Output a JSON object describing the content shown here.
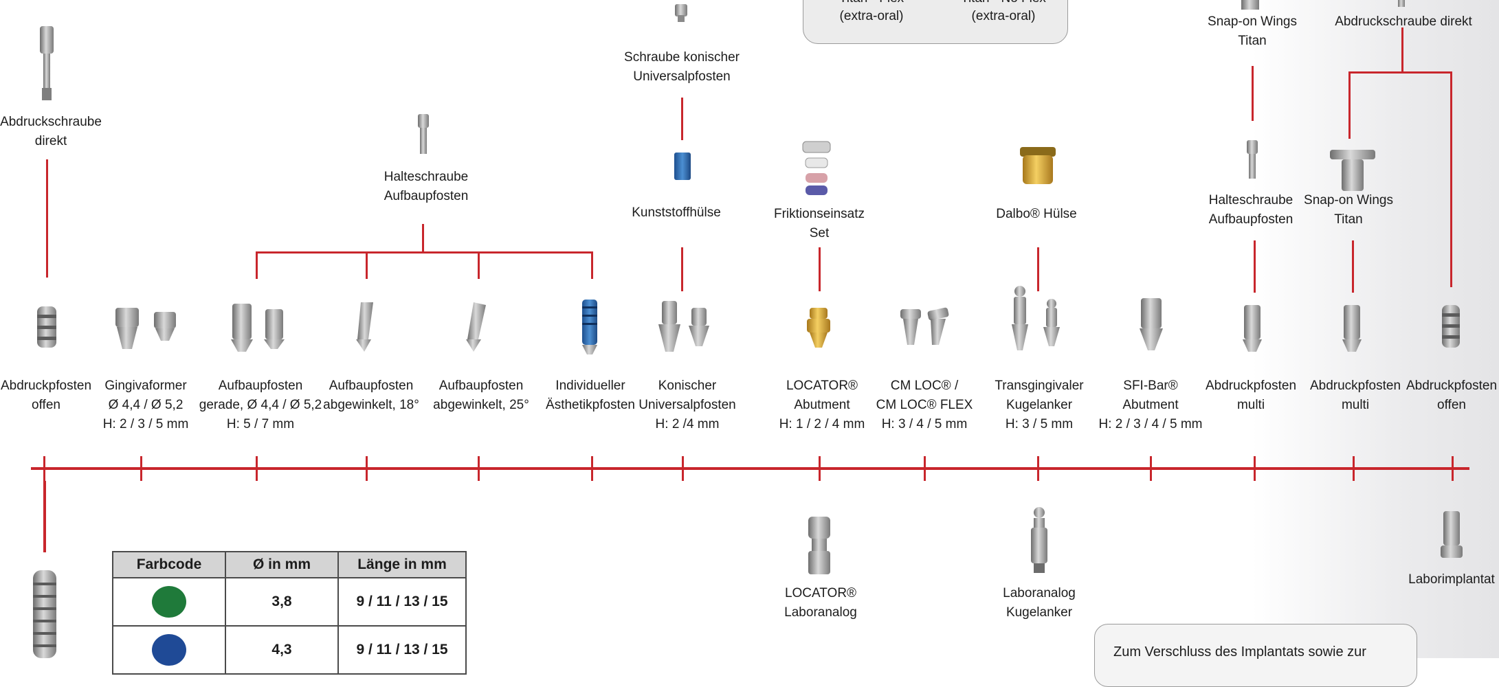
{
  "colors": {
    "accent_red": "#c8262c",
    "farbcode_green": "#1f7a3a",
    "farbcode_blue": "#1f4a96"
  },
  "top_box": {
    "left_line1": "Titan - Flex",
    "left_line2": "(extra-oral)",
    "right_line1": "Titan - No Flex",
    "right_line2": "(extra-oral)"
  },
  "top_items": {
    "snap_on_top_1": "Snap-on Wings",
    "snap_on_top_2": "Titan",
    "abdruckschraube_direkt_top": "Abdruckschraube direkt",
    "schraube_1": "Schraube konischer",
    "schraube_2": "Universalpfosten",
    "abdruckschraube_left_1": "Abdruckschraube",
    "abdruckschraube_left_2": "direkt",
    "halteschraube_1": "Halteschraube",
    "halteschraube_2": "Aufbaupfosten",
    "kunststoffhuelse": "Kunststoffhülse",
    "friktion_1": "Friktionseinsatz",
    "friktion_2": "Set",
    "dalbo": "Dalbo® Hülse",
    "halteschraube_r_1": "Halteschraube",
    "halteschraube_r_2": "Aufbaupfosten",
    "snap_on_r_1": "Snap-on Wings",
    "snap_on_r_2": "Titan"
  },
  "components": [
    {
      "l1": "Abdruckpfosten",
      "l2": "offen",
      "l3": ""
    },
    {
      "l1": "Gingivaformer",
      "l2": "Ø 4,4 / Ø 5,2",
      "l3": "H: 2 / 3 / 5 mm"
    },
    {
      "l1": "Aufbaupfosten",
      "l2": "gerade, Ø 4,4 / Ø 5,2",
      "l3": "H: 5 / 7 mm"
    },
    {
      "l1": "Aufbaupfosten",
      "l2": "abgewinkelt, 18°",
      "l3": ""
    },
    {
      "l1": "Aufbaupfosten",
      "l2": "abgewinkelt, 25°",
      "l3": ""
    },
    {
      "l1": "Individueller",
      "l2": "Ästhetikpfosten",
      "l3": ""
    },
    {
      "l1": "Konischer",
      "l2": "Universalpfosten",
      "l3": "H: 2 /4 mm"
    },
    {
      "l1": "LOCATOR®",
      "l2": "Abutment",
      "l3": "H: 1 / 2  / 4 mm"
    },
    {
      "l1": "CM LOC® /",
      "l2": "CM LOC® FLEX",
      "l3": "H: 3 / 4 / 5 mm"
    },
    {
      "l1": "Transgingivaler",
      "l2": "Kugelanker",
      "l3": "H: 3  / 5 mm"
    },
    {
      "l1": "SFI-Bar®",
      "l2": "Abutment",
      "l3": "H: 2 / 3 / 4 / 5 mm"
    },
    {
      "l1": "Abdruckpfosten",
      "l2": "multi",
      "l3": ""
    },
    {
      "l1": "Abdruckpfosten",
      "l2": "multi",
      "l3": ""
    },
    {
      "l1": "Abdruckpfosten",
      "l2": "offen",
      "l3": ""
    }
  ],
  "lab_items": {
    "locator_lab_1": "LOCATOR®",
    "locator_lab_2": "Laboranalog",
    "kugel_lab_1": "Laboranalog",
    "kugel_lab_2": "Kugelanker",
    "laborimplantat": "Laborimplantat"
  },
  "table": {
    "headers": [
      "Farbcode",
      "Ø in mm",
      "Länge in mm"
    ],
    "rows": [
      {
        "color": "green",
        "diameter": "3,8",
        "length": "9 / 11 / 13 / 15"
      },
      {
        "color": "blue",
        "diameter": "4,3",
        "length": "9 / 11 / 13 / 15"
      }
    ]
  },
  "note_box": {
    "text": "Zum Verschluss des Implantats sowie zur"
  }
}
